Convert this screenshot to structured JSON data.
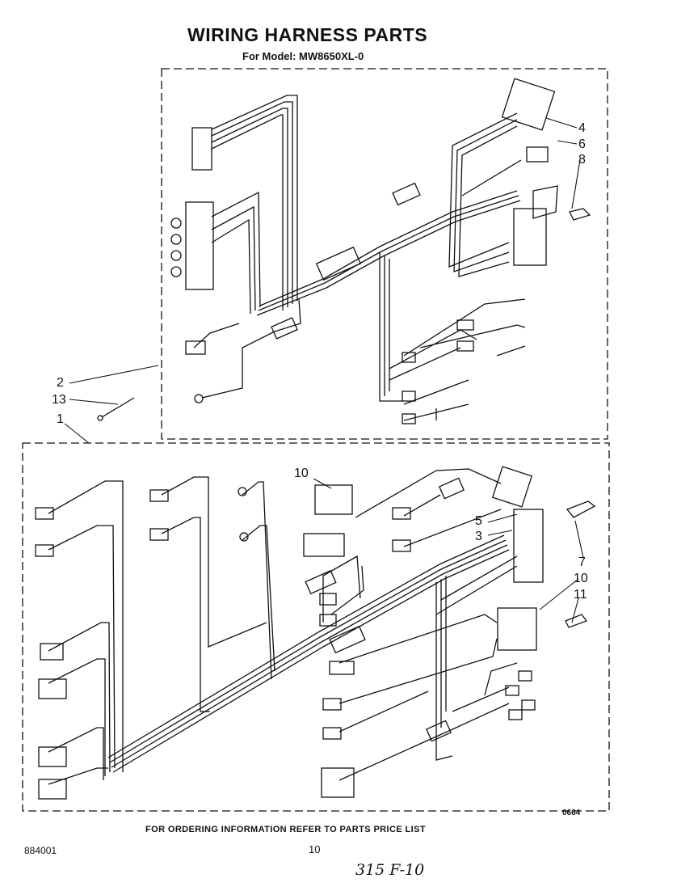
{
  "header": {
    "title": "WIRING HARNESS PARTS",
    "model": "For Model: MW8650XL-0"
  },
  "footer": {
    "ordering_note": "FOR ORDERING INFORMATION REFER TO PARTS PRICE LIST",
    "doc_number": "884001",
    "page_number": "10",
    "handwritten_note": "315 F-10",
    "figure_code": "0664"
  },
  "callouts": {
    "c2": "2",
    "c13": "13",
    "c1": "1",
    "c4": "4",
    "c6": "6",
    "c8": "8",
    "c10a": "10",
    "c5": "5",
    "c3": "3",
    "c7": "7",
    "c10b": "10",
    "c11": "11"
  }
}
